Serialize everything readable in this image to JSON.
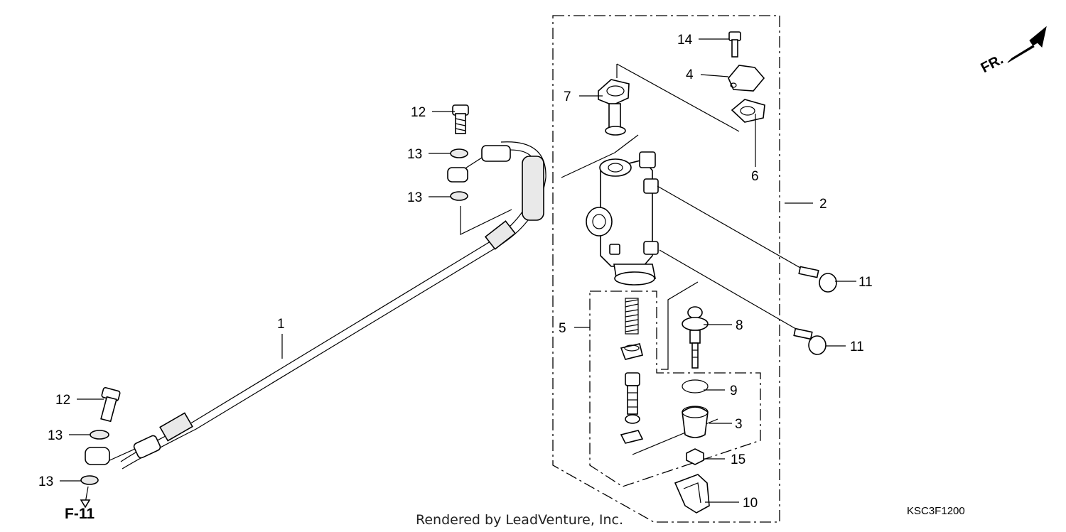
{
  "callouts": [
    {
      "id": "p1",
      "label": "1"
    },
    {
      "id": "p2",
      "label": "2"
    },
    {
      "id": "p3",
      "label": "3"
    },
    {
      "id": "p4",
      "label": "4"
    },
    {
      "id": "p5",
      "label": "5"
    },
    {
      "id": "p6",
      "label": "6"
    },
    {
      "id": "p7",
      "label": "7"
    },
    {
      "id": "p8",
      "label": "8"
    },
    {
      "id": "p9",
      "label": "9"
    },
    {
      "id": "p10",
      "label": "10"
    },
    {
      "id": "p11a",
      "label": "11"
    },
    {
      "id": "p11b",
      "label": "11"
    },
    {
      "id": "p12a",
      "label": "12"
    },
    {
      "id": "p12b",
      "label": "12"
    },
    {
      "id": "p13a",
      "label": "13"
    },
    {
      "id": "p13b",
      "label": "13"
    },
    {
      "id": "p13c",
      "label": "13"
    },
    {
      "id": "p13d",
      "label": "13"
    },
    {
      "id": "p14",
      "label": "14"
    },
    {
      "id": "p15",
      "label": "15"
    }
  ],
  "reference_label": "F-11",
  "front_indicator": "FR.",
  "diagram_code": "KSC3F1200",
  "credit": "Rendered by LeadVenture, Inc."
}
